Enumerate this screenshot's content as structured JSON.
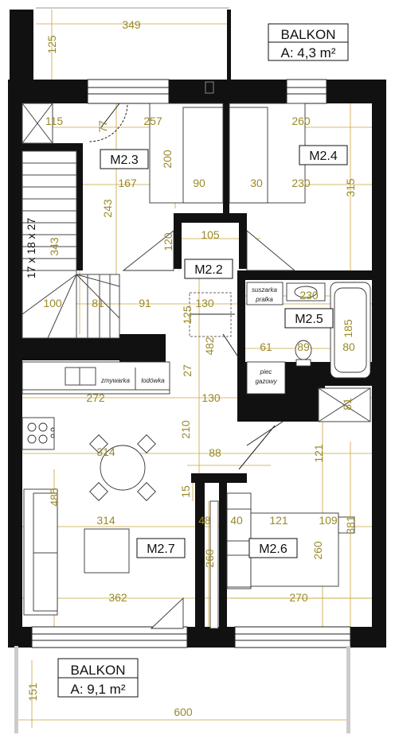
{
  "balcony_top": {
    "title": "BALKON",
    "area": "A: 4,3 m²"
  },
  "balcony_bottom": {
    "title": "BALKON",
    "area": "A: 9,1 m²"
  },
  "stairs": {
    "label": "17 x 18 x 27"
  },
  "rooms": [
    {
      "id": "M2.3"
    },
    {
      "id": "M2.4"
    },
    {
      "id": "M2.2"
    },
    {
      "id": "M2.5"
    },
    {
      "id": "M2.7"
    },
    {
      "id": "M2.6"
    }
  ],
  "appliances": {
    "washer_dryer": [
      "suszarka",
      "pralka"
    ],
    "dishwasher": "zmywarka",
    "fridge": "lodówka",
    "boiler": [
      "piec",
      "gazowy"
    ]
  },
  "dimensions": [
    "349",
    "125",
    "115",
    "77",
    "257",
    "260",
    "200",
    "167",
    "90",
    "30",
    "230",
    "315",
    "243",
    "343",
    "120",
    "105",
    "100",
    "81",
    "91",
    "130",
    "230",
    "125",
    "185",
    "482",
    "61",
    "89",
    "80",
    "27",
    "272",
    "130",
    "81",
    "210",
    "121",
    "314",
    "88",
    "15",
    "485",
    "314",
    "48",
    "40",
    "121",
    "109",
    "381",
    "260",
    "260",
    "270",
    "362",
    "151",
    "600"
  ]
}
